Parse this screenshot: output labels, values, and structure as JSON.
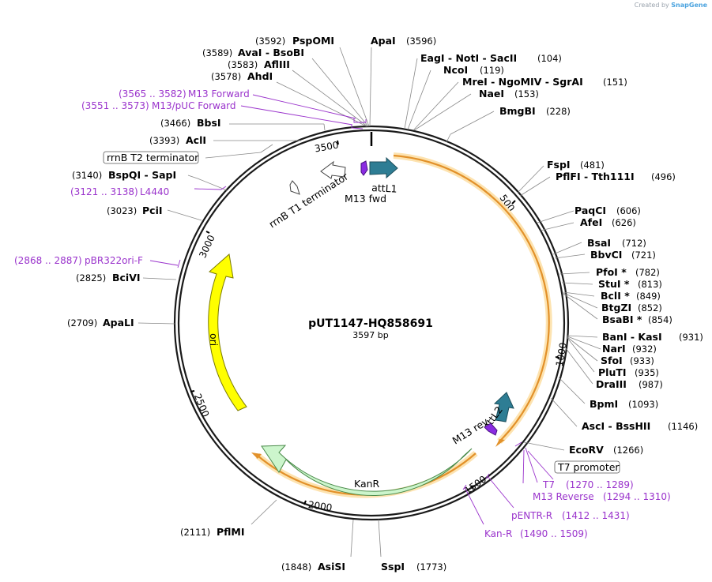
{
  "credit": {
    "prefix": "Created by",
    "brand": "SnapGene"
  },
  "plasmid": {
    "name": "pUT1147-HQ858691",
    "size": "3597 bp",
    "length": 3597
  },
  "ticks": [
    "500",
    "1000",
    "1500",
    "2000",
    "2500",
    "3000",
    "3500"
  ],
  "enzymes_top": [
    {
      "pos": "(3592)",
      "name": "PspOMI"
    },
    {
      "pos": "(3589)",
      "name": "AvaI  -  BsoBI"
    },
    {
      "pos": "(3583)",
      "name": "AflIII"
    },
    {
      "pos": "(3578)",
      "name": "AhdI"
    },
    {
      "pos": "(3466)",
      "name": "BbsI"
    },
    {
      "pos": "(3393)",
      "name": "AclI"
    }
  ],
  "apa": {
    "name": "ApaI",
    "pos": "(3596)"
  },
  "enzymes_right": [
    {
      "name": "EagI  -  NotI  -  SacII",
      "pos": "(104)"
    },
    {
      "name": "NcoI",
      "pos": "(119)"
    },
    {
      "name": "MreI  -  NgoMIV  -  SgrAI",
      "pos": "(151)"
    },
    {
      "name": "NaeI",
      "pos": "(153)"
    },
    {
      "name": "BmgBI",
      "pos": "(228)"
    },
    {
      "name": "FspI",
      "pos": "(481)"
    },
    {
      "name": "PflFI  -  Tth111I",
      "pos": "(496)"
    },
    {
      "name": "PaqCI",
      "pos": "(606)"
    },
    {
      "name": "AfeI",
      "pos": "(626)"
    },
    {
      "name": "BsaI",
      "pos": "(712)"
    },
    {
      "name": "BbvCI",
      "pos": "(721)"
    },
    {
      "name": "PfoI *",
      "pos": "(782)"
    },
    {
      "name": "StuI *",
      "pos": "(813)"
    },
    {
      "name": "BclI *",
      "pos": "(849)"
    },
    {
      "name": "BtgZI",
      "pos": "(852)"
    },
    {
      "name": "BsaBI *",
      "pos": "(854)"
    },
    {
      "name": "BanI  -  KasI",
      "pos": "(931)"
    },
    {
      "name": "NarI",
      "pos": "(932)"
    },
    {
      "name": "SfoI",
      "pos": "(933)"
    },
    {
      "name": "PluTI",
      "pos": "(935)"
    },
    {
      "name": "DraIII",
      "pos": "(987)"
    },
    {
      "name": "BpmI",
      "pos": "(1093)"
    },
    {
      "name": "AscI  -  BssHII",
      "pos": "(1146)"
    },
    {
      "name": "EcoRV",
      "pos": "(1266)"
    }
  ],
  "enzymes_left": [
    {
      "pos": "(3140)",
      "name": "BspQI  -  SapI"
    },
    {
      "pos": "(3023)",
      "name": "PciI"
    },
    {
      "pos": "(2825)",
      "name": "BciVI"
    },
    {
      "pos": "(2709)",
      "name": "ApaLI"
    },
    {
      "pos": "(2111)",
      "name": "PflMI"
    }
  ],
  "enzymes_bottom": [
    {
      "pos": "(1848)",
      "name": "AsiSI"
    },
    {
      "name": "SspI",
      "pos": "(1773)"
    }
  ],
  "primers": [
    {
      "range": "(3565 .. 3582)",
      "name": "M13 Forward"
    },
    {
      "range": "(3551 .. 3573)",
      "name": "M13/pUC Forward"
    },
    {
      "range": "(3121 .. 3138)",
      "name": "L4440"
    },
    {
      "range": "(2868 .. 2887)",
      "name": "pBR322ori-F"
    },
    {
      "name": "T7",
      "range": "(1270 .. 1289)"
    },
    {
      "name": "M13 Reverse",
      "range": "(1294 .. 1310)"
    },
    {
      "name": "pENTR-R",
      "range": "(1412 .. 1431)"
    },
    {
      "name": "Kan-R",
      "range": "(1490 .. 1509)"
    }
  ],
  "boxed": {
    "rrnb_t2": "rrnB T2 terminator",
    "t7_promoter": "T7 promoter"
  },
  "features": {
    "attl1": "attL1",
    "m13fwd": "M13 fwd",
    "rrnb_t1": "rrnB T1 terminator",
    "ori": "ori",
    "kanr": "KanR",
    "m13rev": "M13 rev",
    "attl2": "attL2"
  },
  "colors": {
    "backbone": "#1a1a1a",
    "primer": "#9a33cc",
    "ori": "#ffff00",
    "kanr": "#ccf5cc",
    "att": "#2e7d94",
    "orange": "#e2912a",
    "orange_glow": "#fde3b0",
    "m13": "#8a2be2"
  }
}
